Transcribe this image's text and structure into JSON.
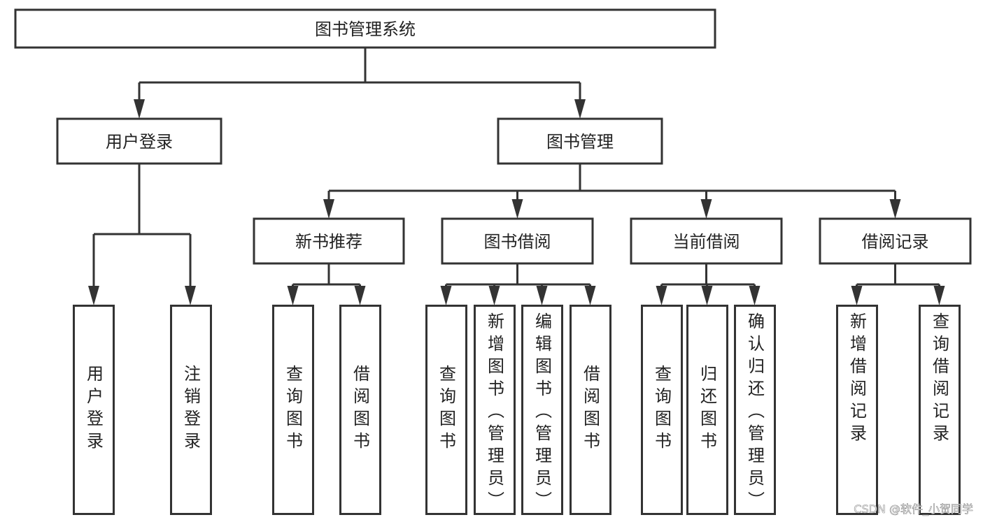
{
  "diagram": {
    "root": "图书管理系统",
    "children": [
      {
        "label": "用户登录",
        "children": [
          "用户登录",
          "注销登录"
        ]
      },
      {
        "label": "图书管理",
        "children": [
          {
            "label": "新书推荐",
            "children": [
              "查询图书",
              "借阅图书"
            ]
          },
          {
            "label": "图书借阅",
            "children": [
              "查询图书",
              "新增图书（管理员）",
              "编辑图书（管理员）",
              "借阅图书"
            ]
          },
          {
            "label": "当前借阅",
            "children": [
              "查询图书",
              "归还图书",
              "确认归还（管理员）"
            ]
          },
          {
            "label": "借阅记录",
            "children": [
              "新增借阅记录",
              "查询借阅记录"
            ]
          }
        ]
      }
    ]
  },
  "watermark": "CSDN @软件_小贺同学",
  "colors": {
    "stroke": "#333333",
    "text": "#222222"
  }
}
